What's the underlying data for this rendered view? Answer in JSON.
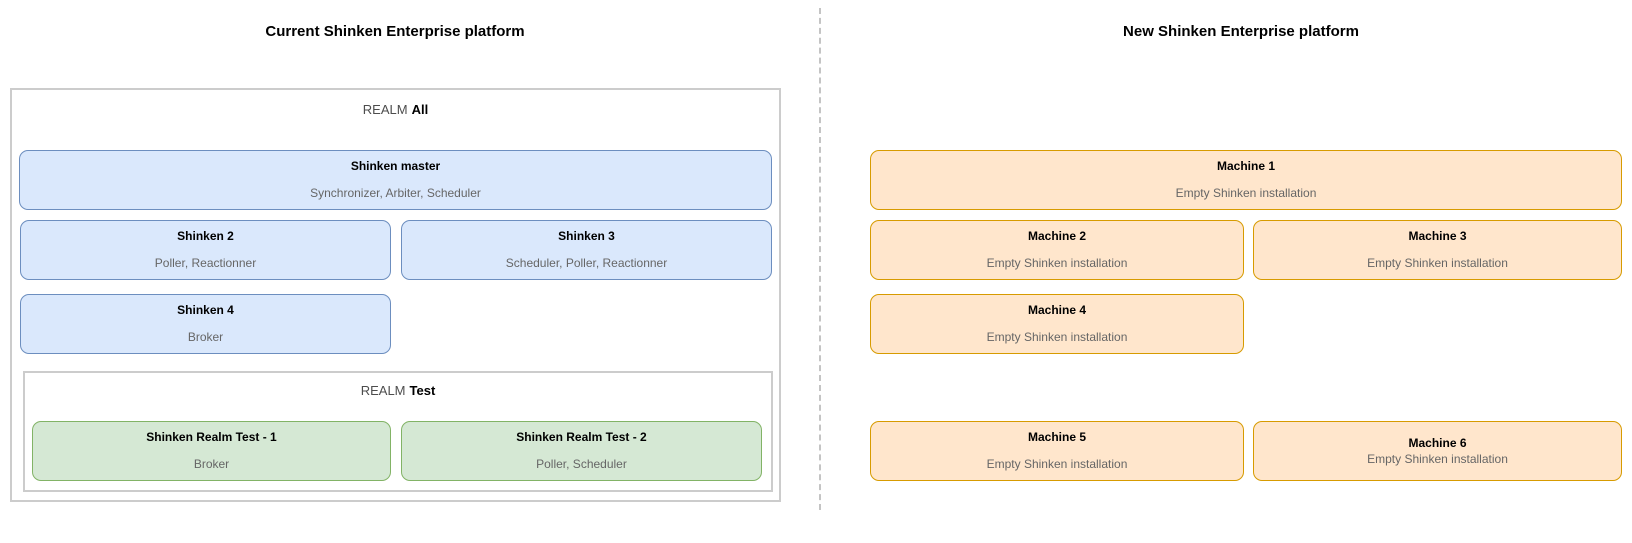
{
  "left_panel": {
    "title": "Current Shinken Enterprise platform",
    "realm_all": {
      "label_prefix": "REALM",
      "label_name": "All",
      "nodes": [
        {
          "id": "shinken-master",
          "title": "Shinken master",
          "subtitle": "Synchronizer, Arbiter, Scheduler",
          "color": "blue"
        },
        {
          "id": "shinken-2",
          "title": "Shinken 2",
          "subtitle": "Poller, Reactionner",
          "color": "blue"
        },
        {
          "id": "shinken-3",
          "title": "Shinken 3",
          "subtitle": "Scheduler, Poller, Reactionner",
          "color": "blue"
        },
        {
          "id": "shinken-4",
          "title": "Shinken 4",
          "subtitle": "Broker",
          "color": "blue"
        }
      ],
      "realm_test": {
        "label_prefix": "REALM",
        "label_name": "Test",
        "nodes": [
          {
            "id": "shinken-realm-test-1",
            "title": "Shinken Realm Test - 1",
            "subtitle": "Broker",
            "color": "green"
          },
          {
            "id": "shinken-realm-test-2",
            "title": "Shinken Realm Test - 2",
            "subtitle": "Poller, Scheduler",
            "color": "green"
          }
        ]
      }
    }
  },
  "right_panel": {
    "title": "New Shinken Enterprise platform",
    "machines": [
      {
        "id": "machine-1",
        "title": "Machine 1",
        "subtitle": "Empty Shinken installation",
        "color": "orange"
      },
      {
        "id": "machine-2",
        "title": "Machine 2",
        "subtitle": "Empty Shinken installation",
        "color": "orange"
      },
      {
        "id": "machine-3",
        "title": "Machine 3",
        "subtitle": "Empty Shinken installation",
        "color": "orange"
      },
      {
        "id": "machine-4",
        "title": "Machine 4",
        "subtitle": "Empty Shinken installation",
        "color": "orange"
      },
      {
        "id": "machine-5",
        "title": "Machine 5",
        "subtitle": "Empty Shinken installation",
        "color": "orange"
      },
      {
        "id": "machine-6",
        "title": "Machine 6",
        "subtitle": "Empty Shinken installation",
        "color": "orange"
      }
    ]
  },
  "colors": {
    "blue": {
      "fill": "#dae8fc",
      "stroke": "#6c8ebf"
    },
    "green": {
      "fill": "#d5e8d4",
      "stroke": "#82b366"
    },
    "orange": {
      "fill": "#ffe6cc",
      "stroke": "#d79b00"
    },
    "container_border": "#cccccc",
    "subtitle_text": "#666666",
    "divider": "#c4c4c4"
  }
}
